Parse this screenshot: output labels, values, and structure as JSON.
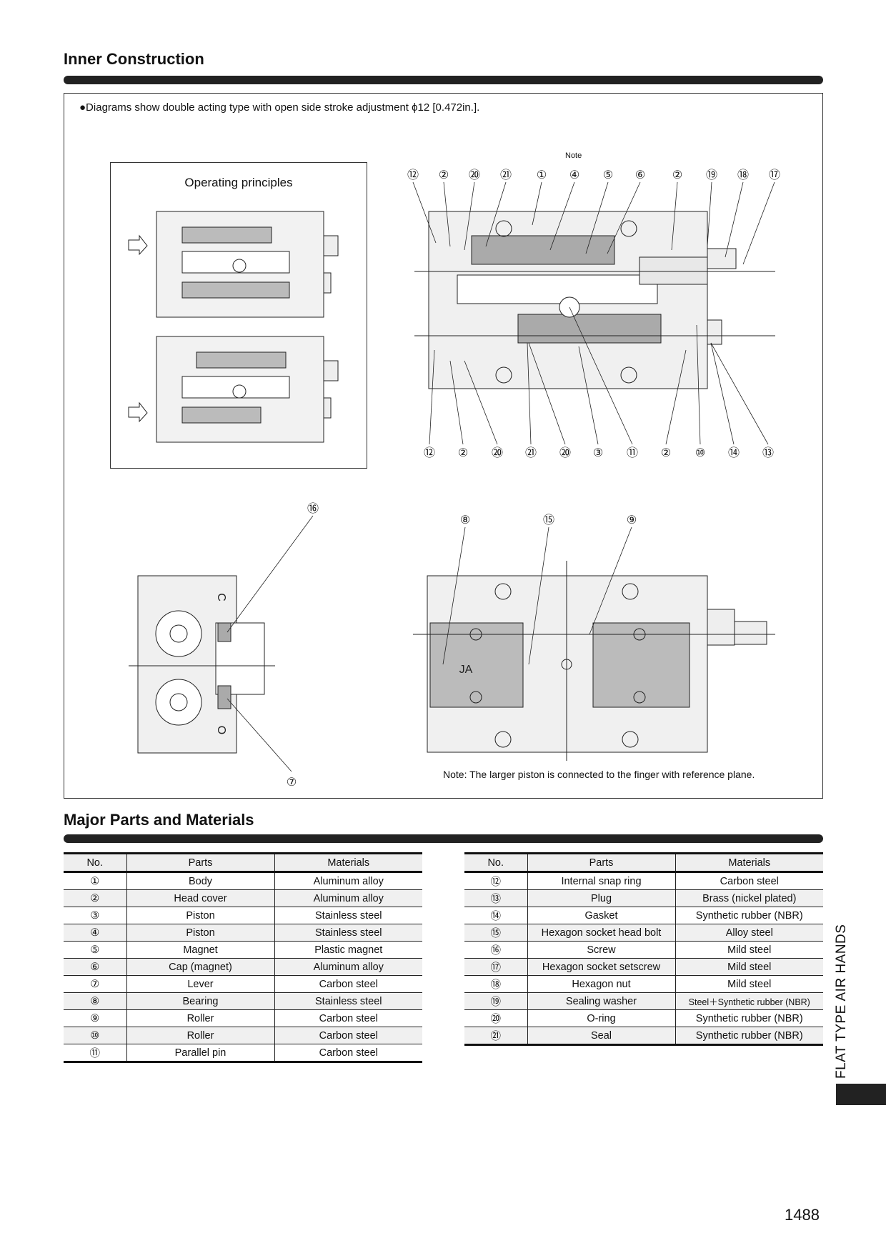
{
  "section1": {
    "title": "Inner Construction",
    "note": "●Diagrams show double acting type with open side stroke adjustment ϕ12 [0.472in.].",
    "op_title": "Operating principles",
    "note_marker": "Note",
    "bottom_note": "Note: The larger piston is connected to the finger with reference plane.",
    "top_callouts": [
      "⑫",
      "②",
      "⑳",
      "㉑",
      "①",
      "④",
      "⑤",
      "⑥",
      "②",
      "⑲",
      "⑱",
      "⑰"
    ],
    "bottom_callouts": [
      "⑫",
      "②",
      "⑳",
      "㉑",
      "⑳",
      "③",
      "⑪",
      "②",
      "⑩",
      "⑭",
      "⑬"
    ],
    "side_callouts": [
      "⑯",
      "⑦"
    ],
    "plan_callouts": [
      "⑧",
      "⑮",
      "⑨"
    ],
    "plan_marking": "JA",
    "lever_marks": [
      "C",
      "O"
    ]
  },
  "section2": {
    "title": "Major Parts and Materials",
    "headers": [
      "No.",
      "Parts",
      "Materials"
    ],
    "left_rows": [
      [
        "①",
        "Body",
        "Aluminum alloy"
      ],
      [
        "②",
        "Head cover",
        "Aluminum alloy"
      ],
      [
        "③",
        "Piston",
        "Stainless steel"
      ],
      [
        "④",
        "Piston",
        "Stainless steel"
      ],
      [
        "⑤",
        "Magnet",
        "Plastic magnet"
      ],
      [
        "⑥",
        "Cap (magnet)",
        "Aluminum alloy"
      ],
      [
        "⑦",
        "Lever",
        "Carbon steel"
      ],
      [
        "⑧",
        "Bearing",
        "Stainless steel"
      ],
      [
        "⑨",
        "Roller",
        "Carbon steel"
      ],
      [
        "⑩",
        "Roller",
        "Carbon steel"
      ],
      [
        "⑪",
        "Parallel pin",
        "Carbon steel"
      ]
    ],
    "right_rows": [
      [
        "⑫",
        "Internal snap ring",
        "Carbon steel"
      ],
      [
        "⑬",
        "Plug",
        "Brass (nickel plated)"
      ],
      [
        "⑭",
        "Gasket",
        "Synthetic rubber (NBR)"
      ],
      [
        "⑮",
        "Hexagon socket head bolt",
        "Alloy steel"
      ],
      [
        "⑯",
        "Screw",
        "Mild steel"
      ],
      [
        "⑰",
        "Hexagon socket setscrew",
        "Mild steel"
      ],
      [
        "⑱",
        "Hexagon nut",
        "Mild steel"
      ],
      [
        "⑲",
        "Sealing washer",
        "Steel＋Synthetic rubber (NBR)"
      ],
      [
        "⑳",
        "O-ring",
        "Synthetic rubber (NBR)"
      ],
      [
        "㉑",
        "Seal",
        "Synthetic rubber (NBR)"
      ]
    ]
  },
  "side_tab": "FLAT TYPE AIR HANDS",
  "page_number": "1488"
}
